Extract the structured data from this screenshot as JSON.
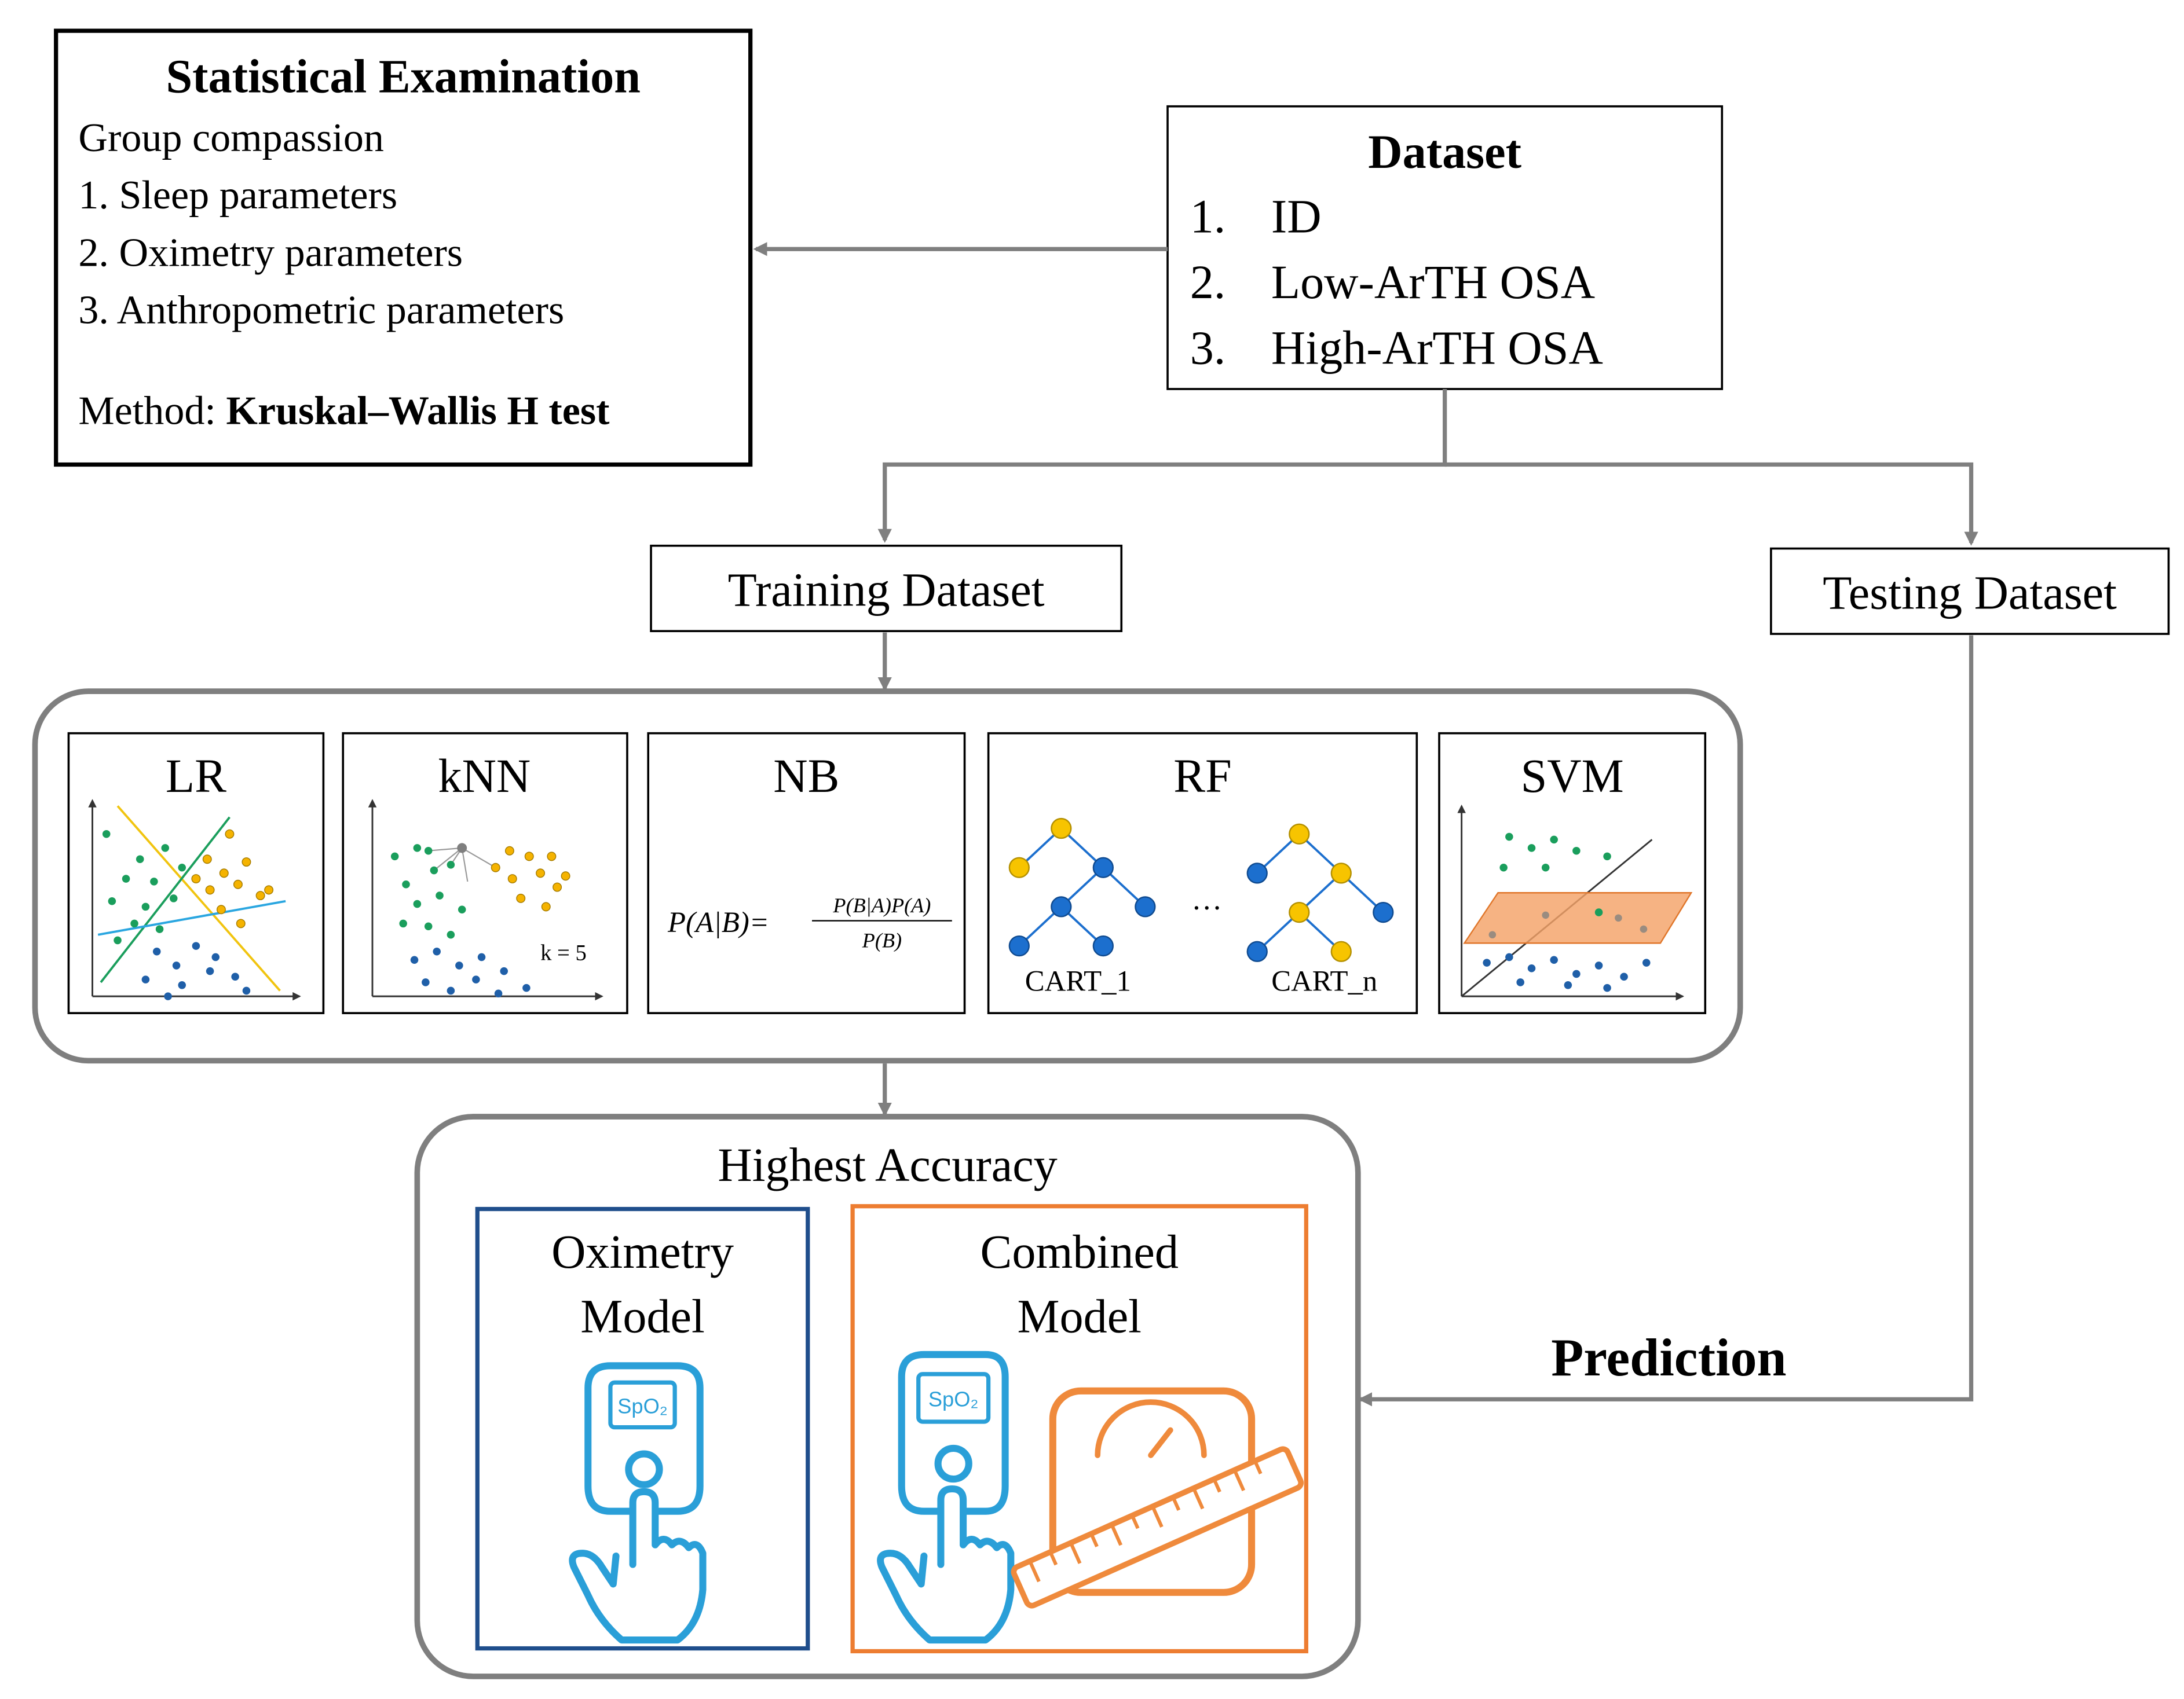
{
  "colors": {
    "arrow": "#7f7f7f",
    "panel_border": "#7f7f7f",
    "green": "#1a9e5c",
    "orange": "#f5b300",
    "blue": "#1f5fa8",
    "cyan": "#2aa6e0",
    "yellow_line": "#f1c40f",
    "tree_yellow": "#f7c400",
    "tree_blue": "#1c6fce",
    "svm_plane": "#f4a268",
    "oximetry_border": "#1f4e8c",
    "combined_border": "#ed7d31",
    "device_blue": "#2a9fd8",
    "device_orange": "#ef8a3c"
  },
  "stats": {
    "title": "Statistical Examination",
    "line1": "Group compassion",
    "line2": "1. Sleep parameters",
    "line3": "2. Oximetry parameters",
    "line4": "3. Anthropometric parameters",
    "method_prefix": "Method: ",
    "method_name": "Kruskal–Wallis H test"
  },
  "dataset": {
    "title": "Dataset",
    "items": [
      {
        "num": "1.",
        "label": "ID"
      },
      {
        "num": "2.",
        "label": "Low-ArTH OSA"
      },
      {
        "num": "3.",
        "label": "High-ArTH OSA"
      }
    ]
  },
  "training": {
    "label": "Training Dataset"
  },
  "testing": {
    "label": "Testing Dataset"
  },
  "models": {
    "lr": "LR",
    "knn": "kNN",
    "knn_k": "k = 5",
    "nb": "NB",
    "nb_lhs": "P(A|B)=",
    "nb_num": "P(B|A)P(A)",
    "nb_den": "P(B)",
    "rf": "RF",
    "rf_dots": "…",
    "rf_cart1": "CART_1",
    "rf_cartn": "CART_n",
    "svm": "SVM"
  },
  "result": {
    "title": "Highest Accuracy",
    "oximetry_line1": "Oximetry",
    "oximetry_line2": "Model",
    "combined_line1": "Combined",
    "combined_line2": "Model",
    "spo2": "SpO₂",
    "spo2_combined": "SpO₂"
  },
  "prediction": {
    "label": "Prediction"
  }
}
